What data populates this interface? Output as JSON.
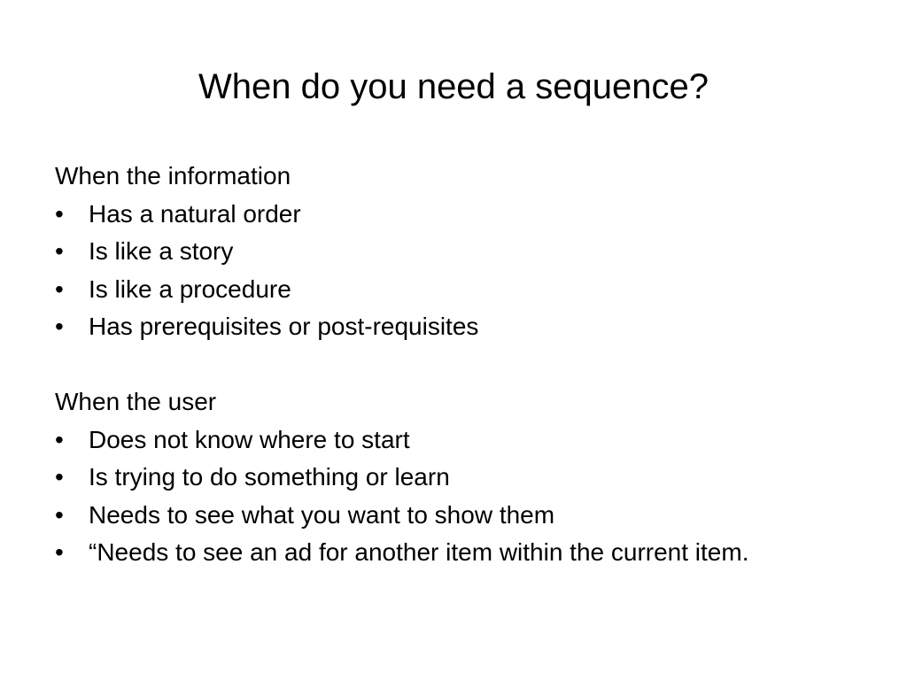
{
  "slide": {
    "title": "When do you need a sequence?",
    "bullet_glyph": "•",
    "sections": [
      {
        "heading": "When the information",
        "items": [
          "Has a natural order",
          "Is like a story",
          "Is like a procedure",
          "Has prerequisites or post-requisites"
        ]
      },
      {
        "heading": "When the user",
        "items": [
          "Does not know where to start",
          "Is trying to do something or learn",
          "Needs to see what you want to show them",
          "“Needs to see an ad for another item within the current item."
        ]
      }
    ]
  }
}
